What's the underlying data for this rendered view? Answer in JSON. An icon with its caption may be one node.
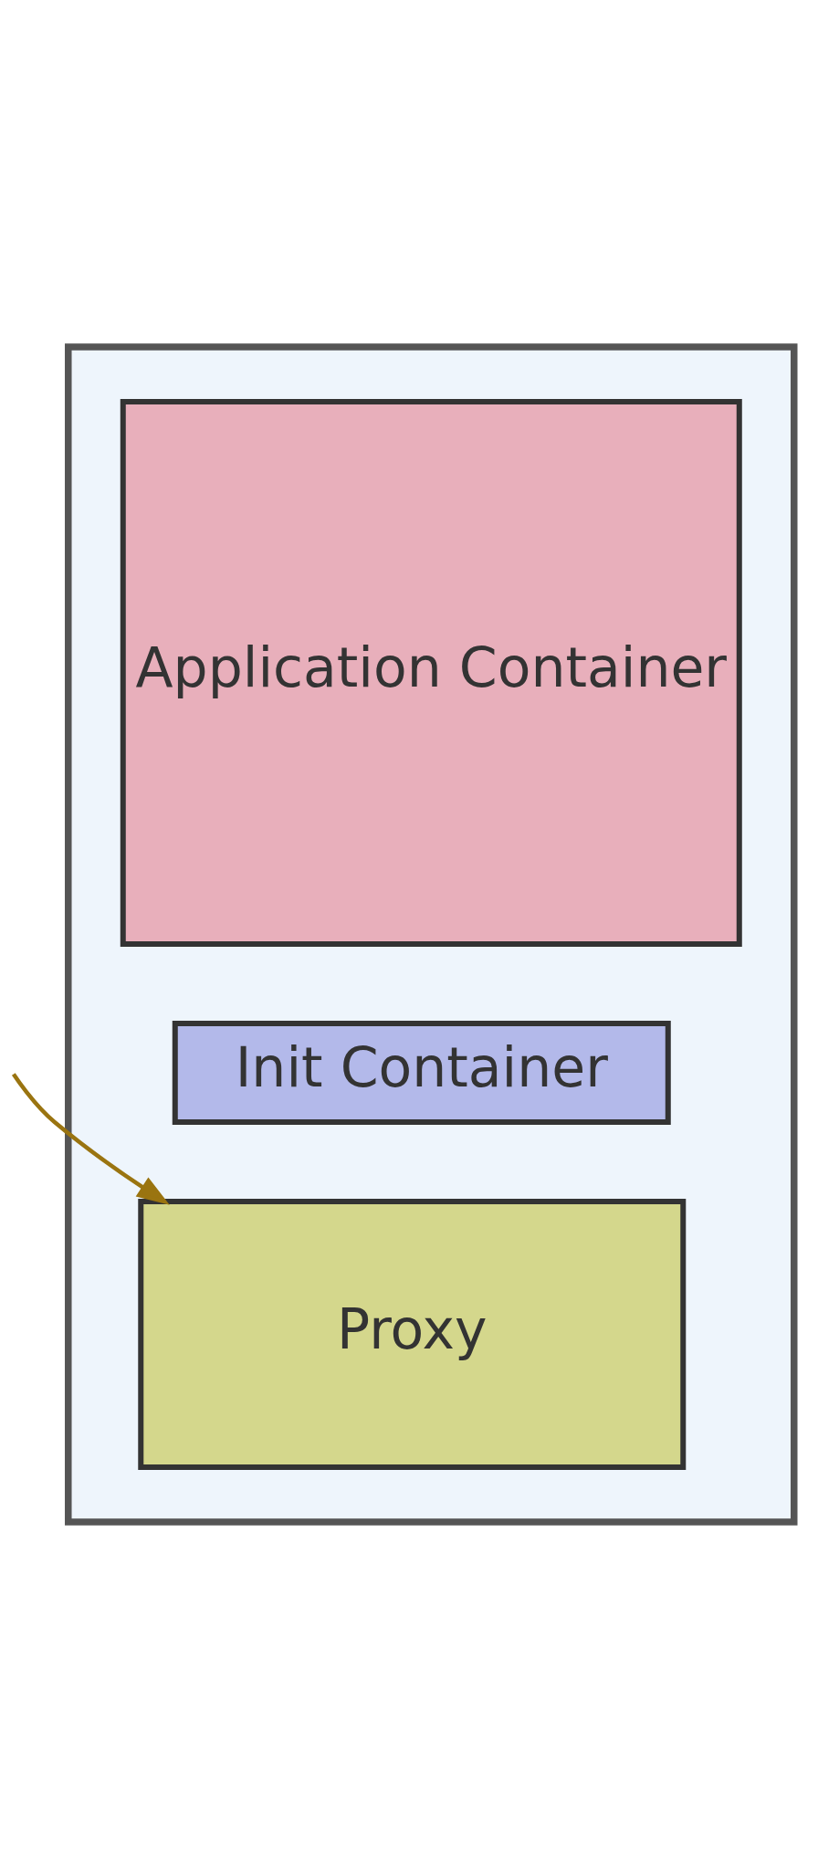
{
  "diagram": {
    "nodes": [
      {
        "text": [],
        "shape": "box"
      },
      {
        "text": [
          "Application Container"
        ],
        "in": 0
      },
      {
        "text": [
          "Init Container"
        ],
        "in": 0
      },
      {
        "text": [
          "Proxy"
        ],
        "in": 0
      }
    ],
    "edges": [
      {
        "from": null,
        "to": 3,
        "arrow": "to",
        "color": "#9a7410"
      }
    ]
  }
}
